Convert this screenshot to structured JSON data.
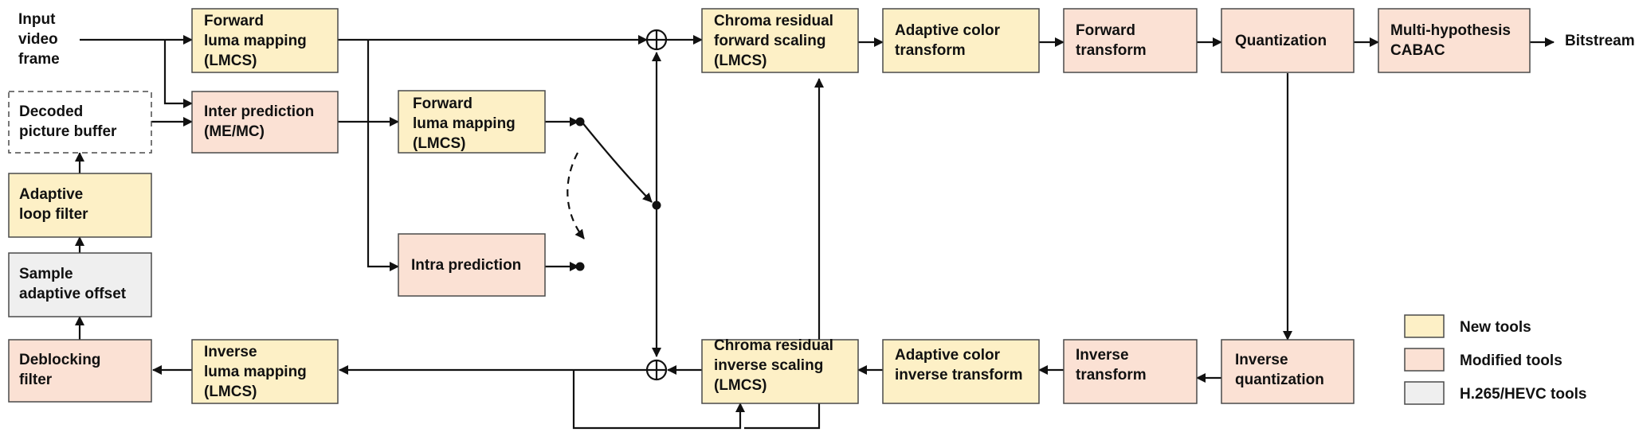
{
  "input_label": [
    "Input",
    "video",
    "frame"
  ],
  "output_label": [
    "Bitstream"
  ],
  "blocks": {
    "fwd_luma_top": [
      "Forward",
      "luma mapping",
      "(LMCS)"
    ],
    "dpb": [
      "Decoded",
      "picture buffer"
    ],
    "inter_pred": [
      "Inter prediction",
      "(ME/MC)"
    ],
    "fwd_luma_mid": [
      "Forward",
      "luma mapping",
      "(LMCS)"
    ],
    "intra_pred": [
      "Intra prediction"
    ],
    "alf": [
      "Adaptive",
      "loop filter"
    ],
    "sao": [
      "Sample",
      "adaptive offset"
    ],
    "deblock": [
      "Deblocking",
      "filter"
    ],
    "inv_luma": [
      "Inverse",
      "luma mapping",
      "(LMCS)"
    ],
    "chroma_fwd": [
      "Chroma residual",
      "forward scaling",
      "(LMCS)"
    ],
    "chroma_inv": [
      "Chroma residual",
      "inverse scaling",
      "(LMCS)"
    ],
    "act_fwd": [
      "Adaptive color",
      "transform"
    ],
    "act_inv": [
      "Adaptive color",
      "inverse transform"
    ],
    "fwd_transform": [
      "Forward",
      "transform"
    ],
    "inv_transform": [
      "Inverse",
      "transform"
    ],
    "quant": [
      "Quantization"
    ],
    "inv_quant": [
      "Inverse",
      "quantization"
    ],
    "cabac": [
      "Multi-hypothesis",
      "CABAC"
    ]
  },
  "legend": {
    "new": "New tools",
    "modified": "Modified tools",
    "hevc": "H.265/HEVC tools"
  },
  "colors": {
    "new_tools": "#fdf0c6",
    "modified_tools": "#fbe1d4",
    "hevc_tools": "#efefef"
  }
}
